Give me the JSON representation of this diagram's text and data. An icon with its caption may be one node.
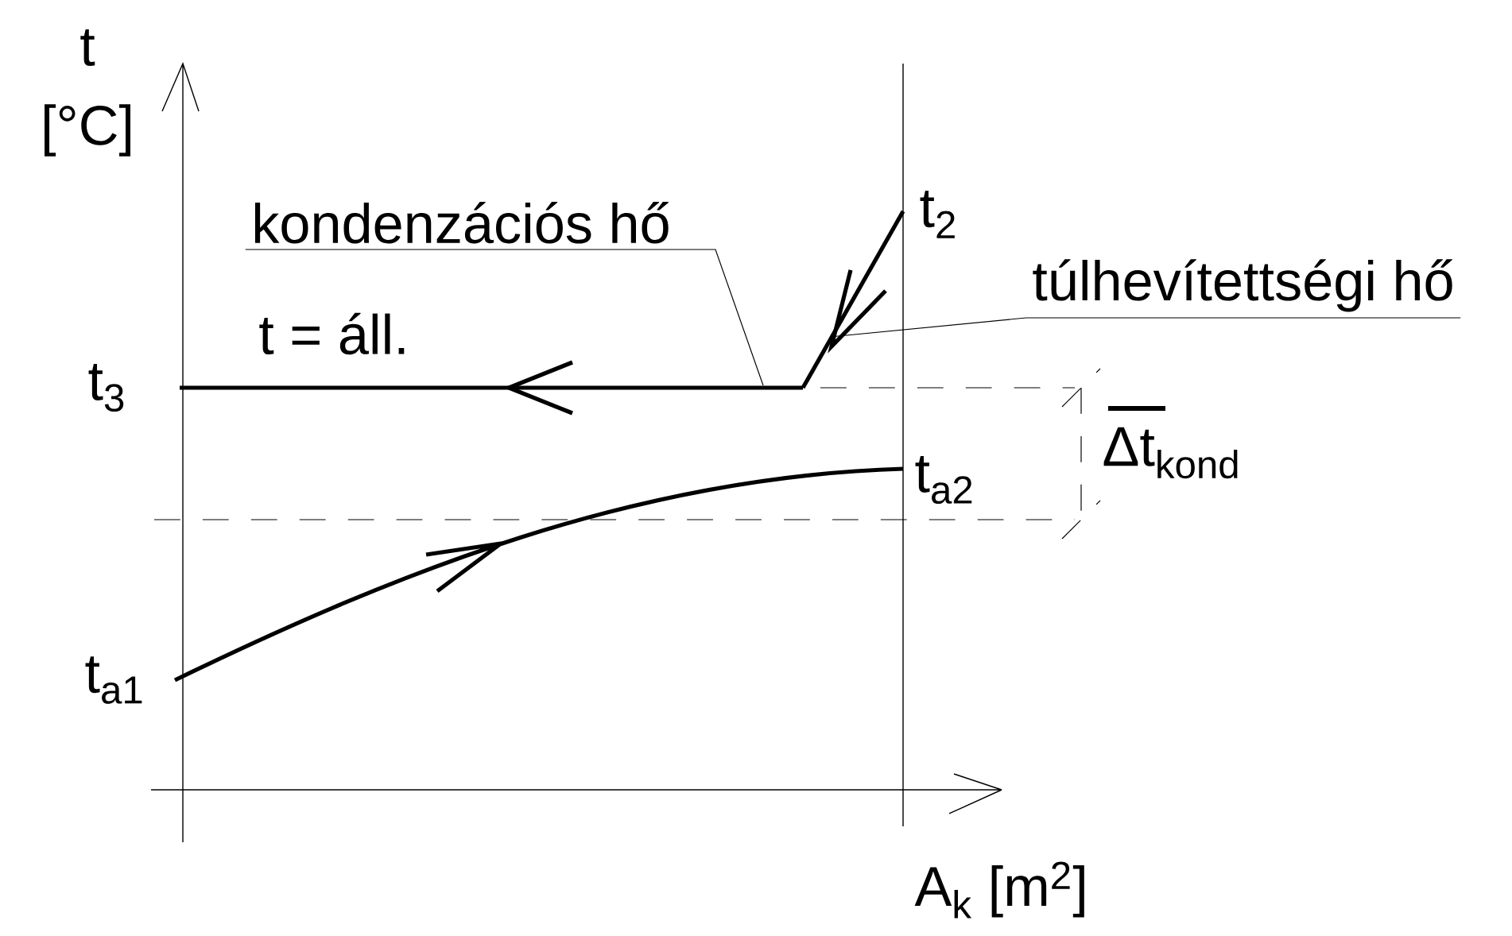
{
  "diagram": {
    "nodes": [
      {
        "text": [
          "kondenzációs hő"
        ]
      },
      {
        "text": [
          "túlhevítettségi hő"
        ]
      },
      {
        "text": [],
        "shape": "line"
      },
      {
        "text": [],
        "shape": "line"
      }
    ],
    "edges": [
      {
        "from": 0,
        "to": 2,
        "arrow": "none"
      },
      {
        "from": 1,
        "to": 3,
        "arrow": "none"
      }
    ],
    "labels": [
      "t",
      "[°C]",
      "t$_{2}$",
      "t = áll.",
      "t$_{3}$",
      "Δt$_{kond}$",
      "t$_{a2}$",
      "t$_{a1}$",
      "A$_{k}$ [m$^{2}$]"
    ]
  }
}
